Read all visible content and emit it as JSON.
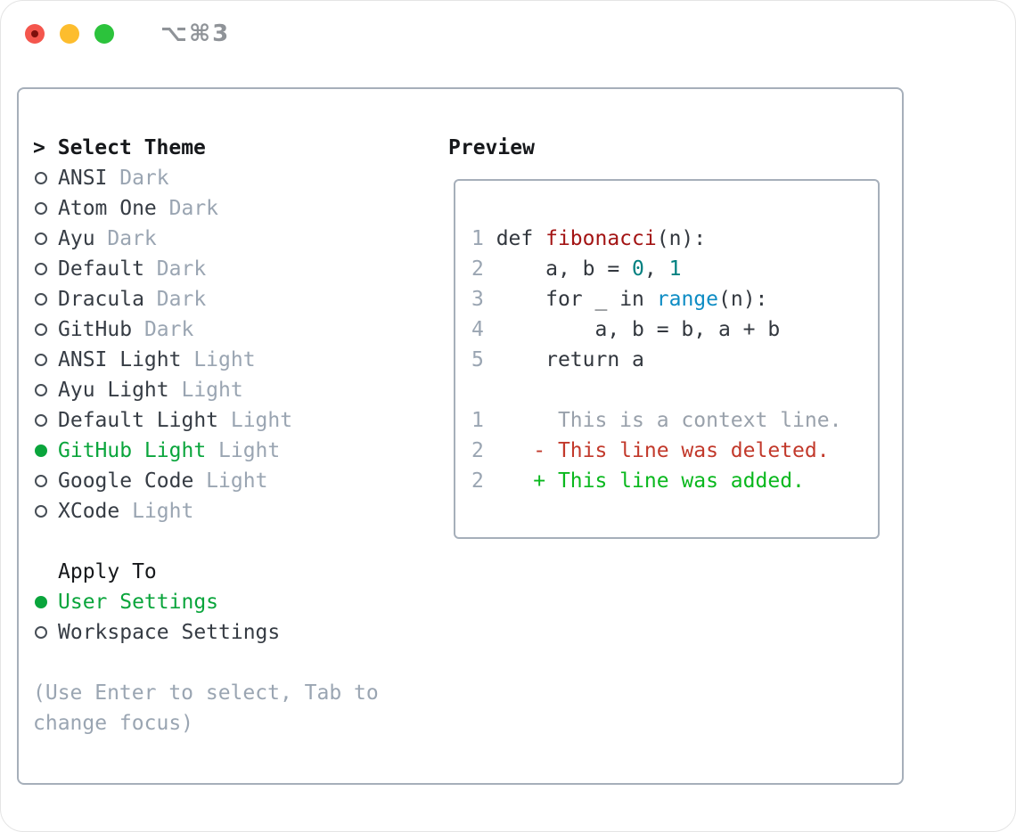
{
  "window": {
    "title_shortcut": "⌥⌘3",
    "traffic_lights": [
      "close",
      "minimize",
      "zoom"
    ]
  },
  "panel": {
    "header_prefix": ">",
    "header_label": "Select Theme",
    "themes": [
      {
        "name": "ANSI",
        "variant": "Dark",
        "selected": false
      },
      {
        "name": "Atom One",
        "variant": "Dark",
        "selected": false
      },
      {
        "name": "Ayu",
        "variant": "Dark",
        "selected": false
      },
      {
        "name": "Default",
        "variant": "Dark",
        "selected": false
      },
      {
        "name": "Dracula",
        "variant": "Dark",
        "selected": false
      },
      {
        "name": "GitHub",
        "variant": "Dark",
        "selected": false
      },
      {
        "name": "ANSI Light",
        "variant": "Light",
        "selected": false
      },
      {
        "name": "Ayu Light",
        "variant": "Light",
        "selected": false
      },
      {
        "name": "Default Light",
        "variant": "Light",
        "selected": false
      },
      {
        "name": "GitHub Light",
        "variant": "Light",
        "selected": true
      },
      {
        "name": "Google Code",
        "variant": "Light",
        "selected": false
      },
      {
        "name": "XCode",
        "variant": "Light",
        "selected": false
      }
    ],
    "apply_to": {
      "label": "Apply To",
      "options": [
        {
          "name": "User Settings",
          "selected": true
        },
        {
          "name": "Workspace Settings",
          "selected": false
        }
      ]
    },
    "hint": "(Use Enter to select, Tab to change focus)"
  },
  "preview": {
    "label": "Preview",
    "code_lines": [
      {
        "num": "1",
        "tokens": [
          {
            "text": "def ",
            "type": "keyword"
          },
          {
            "text": "fibonacci",
            "type": "function"
          },
          {
            "text": "(n):",
            "type": "plain"
          }
        ]
      },
      {
        "num": "2",
        "tokens": [
          {
            "text": "    a, b = ",
            "type": "plain"
          },
          {
            "text": "0",
            "type": "number"
          },
          {
            "text": ", ",
            "type": "plain"
          },
          {
            "text": "1",
            "type": "number"
          }
        ]
      },
      {
        "num": "3",
        "tokens": [
          {
            "text": "    ",
            "type": "plain"
          },
          {
            "text": "for",
            "type": "keyword"
          },
          {
            "text": " _ ",
            "type": "plain"
          },
          {
            "text": "in",
            "type": "keyword"
          },
          {
            "text": " ",
            "type": "plain"
          },
          {
            "text": "range",
            "type": "builtin"
          },
          {
            "text": "(n):",
            "type": "plain"
          }
        ]
      },
      {
        "num": "4",
        "tokens": [
          {
            "text": "        a, b = b, a + b",
            "type": "plain"
          }
        ]
      },
      {
        "num": "5",
        "tokens": [
          {
            "text": "    ",
            "type": "plain"
          },
          {
            "text": "return",
            "type": "keyword"
          },
          {
            "text": " a",
            "type": "plain"
          }
        ]
      }
    ],
    "diff_lines": [
      {
        "num": "1",
        "marker": "",
        "text": "This is a context line.",
        "type": "context"
      },
      {
        "num": "2",
        "marker": "-",
        "text": "This line was deleted.",
        "type": "deleted"
      },
      {
        "num": "2",
        "marker": "+",
        "text": "This line was added.",
        "type": "added"
      }
    ]
  },
  "colors": {
    "accent_green": "#0aa53c",
    "added_green": "#0ab81e",
    "deleted_red": "#c2392b",
    "function_red": "#a31414",
    "number_teal": "#008080",
    "builtin_blue": "#0d8cc4",
    "muted_gray": "#9aa5b2",
    "text_dark": "#363c44",
    "border_gray": "#a6afba",
    "traffic_red": "#f4564d",
    "traffic_yellow": "#fdbd2e",
    "traffic_green": "#2cc33c"
  }
}
